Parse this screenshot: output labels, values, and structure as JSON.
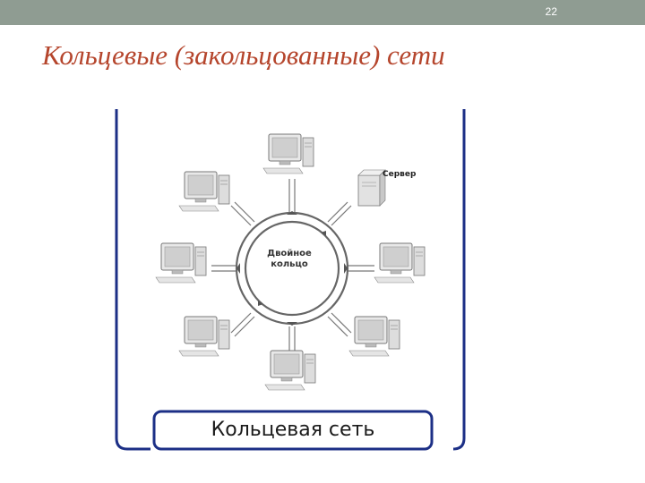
{
  "slide": {
    "number": "22",
    "title": "Кольцевые (закольцованные) сети"
  },
  "diagram": {
    "caption": "Кольцевая сеть",
    "server_label": "Сервер",
    "ring_label_line1": "Двойное",
    "ring_label_line2": "кольцо",
    "frame_color": "#1c2f86",
    "node_count": 8
  }
}
